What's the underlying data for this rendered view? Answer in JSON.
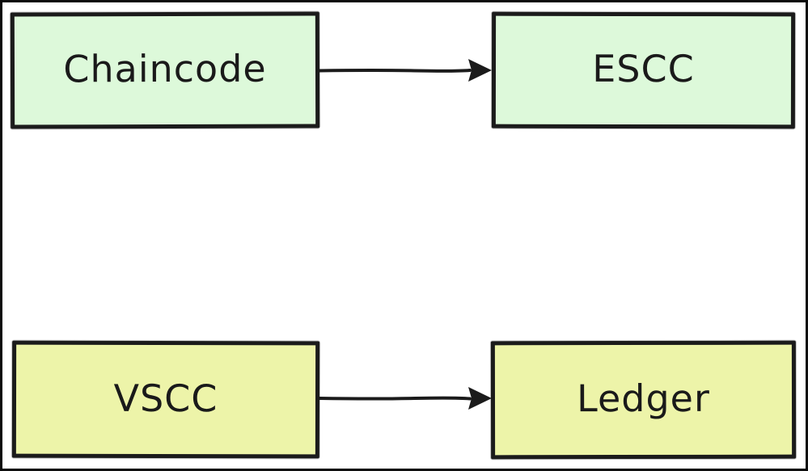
{
  "diagram": {
    "type": "flow-diagram",
    "background_color": "#ffffff",
    "frame_color": "#0a0a0a",
    "node_border_color": "#1b1b1b",
    "text_color": "#1a1a1a",
    "arrow_color": "#1b1b1b",
    "nodes": [
      {
        "id": "chaincode",
        "label": "Chaincode",
        "fill": "#ddf9da",
        "row": "top",
        "col": "left"
      },
      {
        "id": "escc",
        "label": "ESCC",
        "fill": "#ddf9da",
        "row": "top",
        "col": "right"
      },
      {
        "id": "vscc",
        "label": "VSCC",
        "fill": "#edf4a9",
        "row": "bottom",
        "col": "left"
      },
      {
        "id": "ledger",
        "label": "Ledger",
        "fill": "#edf4a9",
        "row": "bottom",
        "col": "right"
      }
    ],
    "edges": [
      {
        "from": "Chaincode",
        "to": "ESCC",
        "style": "solid",
        "arrowhead": "filled-triangle"
      },
      {
        "from": "VSCC",
        "to": "Ledger",
        "style": "solid",
        "arrowhead": "filled-triangle"
      }
    ]
  }
}
